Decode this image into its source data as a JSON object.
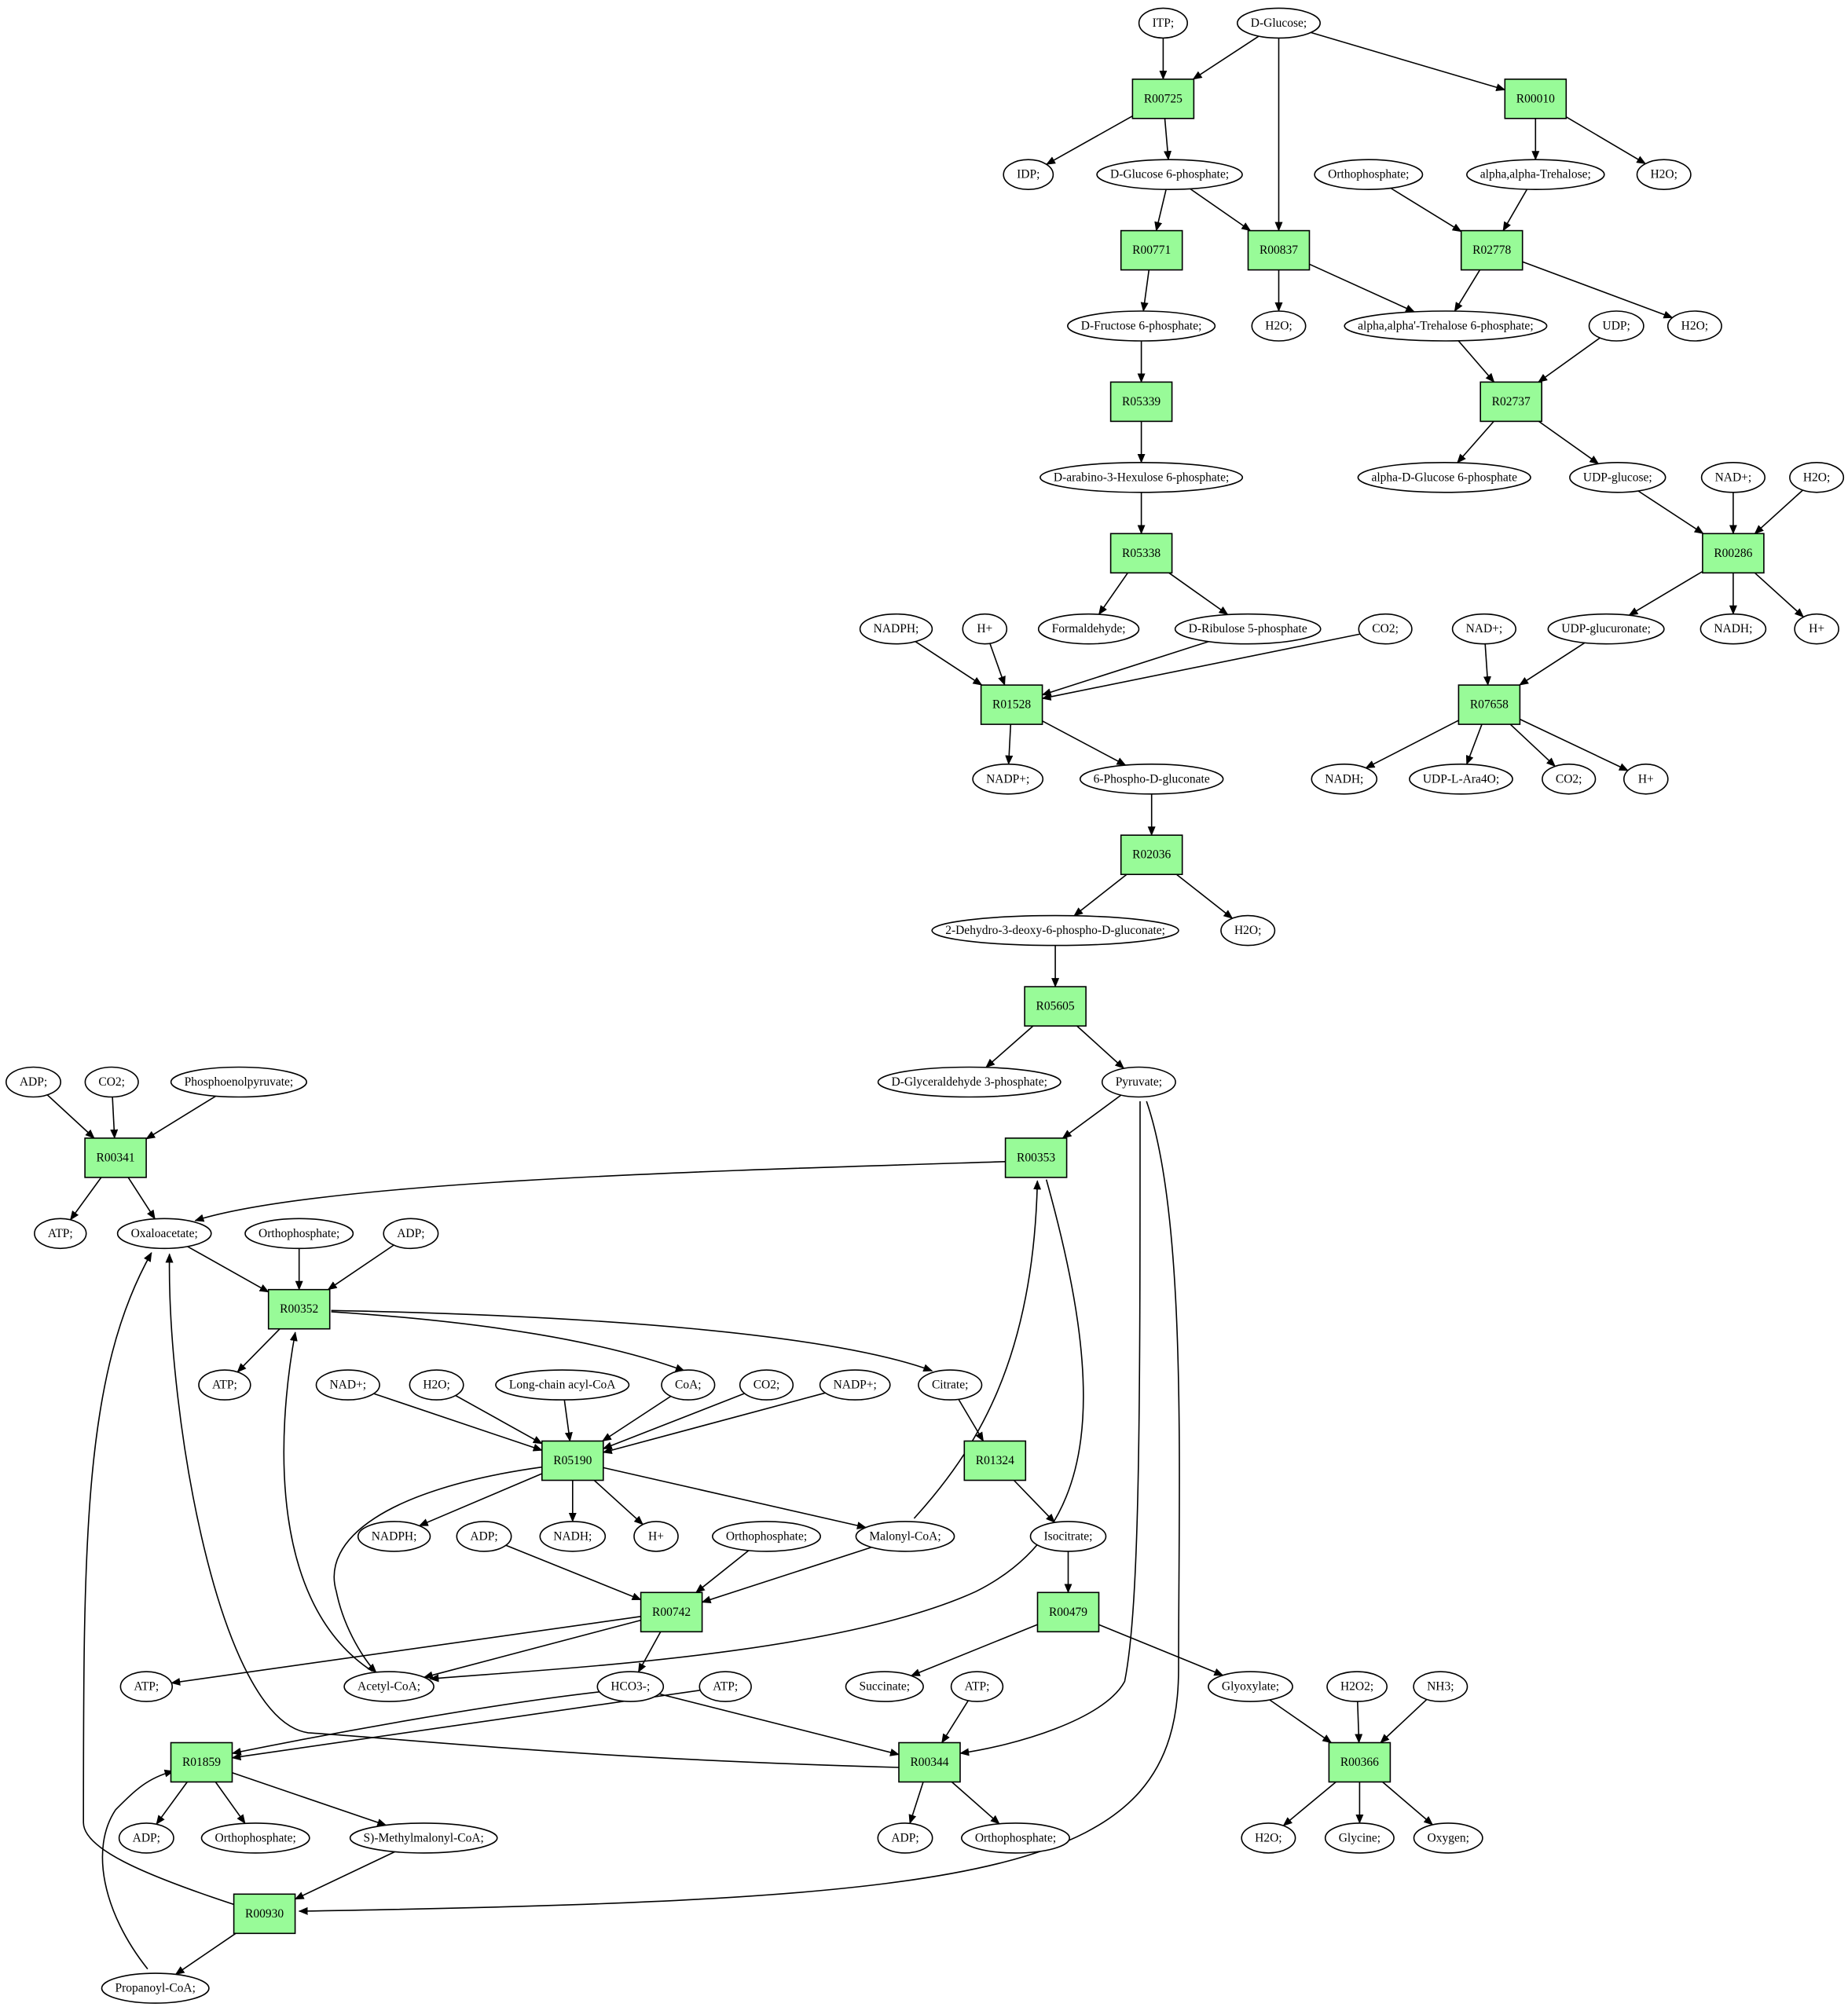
{
  "colors": {
    "background": "#ffffff",
    "reaction_fill": "#98fb98",
    "compound_fill": "#ffffff",
    "source_fill": "#00ff00",
    "target_fill": "#ffff00",
    "stroke": "#000000"
  },
  "nodes": [
    {
      "id": "ITP",
      "label": "ITP;",
      "type": "compound"
    },
    {
      "id": "DGlucose",
      "label": "D-Glucose;",
      "type": "compound",
      "role": "source"
    },
    {
      "id": "R00725",
      "label": "R00725",
      "type": "reaction"
    },
    {
      "id": "R00010",
      "label": "R00010",
      "type": "reaction"
    },
    {
      "id": "IDP",
      "label": "IDP;",
      "type": "compound"
    },
    {
      "id": "G6P",
      "label": "D-Glucose 6-phosphate;",
      "type": "compound"
    },
    {
      "id": "Orthophosphate1",
      "label": "Orthophosphate;",
      "type": "compound"
    },
    {
      "id": "Trehalose",
      "label": "alpha,alpha-Trehalose;",
      "type": "compound"
    },
    {
      "id": "H2O_a",
      "label": "H2O;",
      "type": "compound"
    },
    {
      "id": "R00771",
      "label": "R00771",
      "type": "reaction"
    },
    {
      "id": "R00837",
      "label": "R00837",
      "type": "reaction"
    },
    {
      "id": "R02778",
      "label": "R02778",
      "type": "reaction"
    },
    {
      "id": "F6P",
      "label": "D-Fructose 6-phosphate;",
      "type": "compound"
    },
    {
      "id": "H2O_b",
      "label": "H2O;",
      "type": "compound"
    },
    {
      "id": "T6P",
      "label": "alpha,alpha'-Trehalose 6-phosphate;",
      "type": "compound"
    },
    {
      "id": "UDP",
      "label": "UDP;",
      "type": "compound"
    },
    {
      "id": "H2O_c",
      "label": "H2O;",
      "type": "compound"
    },
    {
      "id": "R05339",
      "label": "R05339",
      "type": "reaction"
    },
    {
      "id": "R02737",
      "label": "R02737",
      "type": "reaction"
    },
    {
      "id": "Hexulose6P",
      "label": "D-arabino-3-Hexulose 6-phosphate;",
      "type": "compound"
    },
    {
      "id": "aG6P",
      "label": "alpha-D-Glucose 6-phosphate",
      "type": "compound"
    },
    {
      "id": "UDPglucose",
      "label": "UDP-glucose;",
      "type": "compound"
    },
    {
      "id": "NADp1",
      "label": "NAD+;",
      "type": "compound"
    },
    {
      "id": "H2O_d",
      "label": "H2O;",
      "type": "compound"
    },
    {
      "id": "R05338",
      "label": "R05338",
      "type": "reaction"
    },
    {
      "id": "R00286",
      "label": "R00286",
      "type": "reaction"
    },
    {
      "id": "NADPH1",
      "label": "NADPH;",
      "type": "compound"
    },
    {
      "id": "Hp1",
      "label": "H+",
      "type": "compound"
    },
    {
      "id": "Formaldehyde",
      "label": "Formaldehyde;",
      "type": "compound"
    },
    {
      "id": "Ru5P",
      "label": "D-Ribulose 5-phosphate",
      "type": "compound"
    },
    {
      "id": "CO2_a",
      "label": "CO2;",
      "type": "compound"
    },
    {
      "id": "NADp2",
      "label": "NAD+;",
      "type": "compound"
    },
    {
      "id": "UDPglucuronate",
      "label": "UDP-glucuronate;",
      "type": "compound"
    },
    {
      "id": "NADH1",
      "label": "NADH;",
      "type": "compound"
    },
    {
      "id": "Hp2",
      "label": "H+",
      "type": "compound"
    },
    {
      "id": "R01528",
      "label": "R01528",
      "type": "reaction"
    },
    {
      "id": "R07658",
      "label": "R07658",
      "type": "reaction"
    },
    {
      "id": "NADPp1",
      "label": "NADP+;",
      "type": "compound"
    },
    {
      "id": "PG6",
      "label": "6-Phospho-D-gluconate",
      "type": "compound"
    },
    {
      "id": "NADH2",
      "label": "NADH;",
      "type": "compound"
    },
    {
      "id": "UDPAra4O",
      "label": "UDP-L-Ara4O;",
      "type": "compound"
    },
    {
      "id": "CO2_b",
      "label": "CO2;",
      "type": "compound"
    },
    {
      "id": "Hp3",
      "label": "H+",
      "type": "compound"
    },
    {
      "id": "R02036",
      "label": "R02036",
      "type": "reaction"
    },
    {
      "id": "KDPG",
      "label": "2-Dehydro-3-deoxy-6-phospho-D-gluconate;",
      "type": "compound"
    },
    {
      "id": "H2O_e",
      "label": "H2O;",
      "type": "compound"
    },
    {
      "id": "R05605",
      "label": "R05605",
      "type": "reaction"
    },
    {
      "id": "ADP1",
      "label": "ADP;",
      "type": "compound"
    },
    {
      "id": "CO2_c",
      "label": "CO2;",
      "type": "compound"
    },
    {
      "id": "PEP",
      "label": "Phosphoenolpyruvate;",
      "type": "compound"
    },
    {
      "id": "GAP",
      "label": "D-Glyceraldehyde 3-phosphate;",
      "type": "compound"
    },
    {
      "id": "Pyruvate",
      "label": "Pyruvate;",
      "type": "compound"
    },
    {
      "id": "R00341",
      "label": "R00341",
      "type": "reaction"
    },
    {
      "id": "R00353",
      "label": "R00353",
      "type": "reaction"
    },
    {
      "id": "ATP1",
      "label": "ATP;",
      "type": "compound"
    },
    {
      "id": "Oxaloacetate",
      "label": "Oxaloacetate;",
      "type": "compound"
    },
    {
      "id": "Orthophosphate2",
      "label": "Orthophosphate;",
      "type": "compound"
    },
    {
      "id": "ADP2",
      "label": "ADP;",
      "type": "compound"
    },
    {
      "id": "R00352",
      "label": "R00352",
      "type": "reaction"
    },
    {
      "id": "ATP2",
      "label": "ATP;",
      "type": "compound"
    },
    {
      "id": "NADp3",
      "label": "NAD+;",
      "type": "compound"
    },
    {
      "id": "H2O_f",
      "label": "H2O;",
      "type": "compound"
    },
    {
      "id": "LCAcylCoA",
      "label": "Long-chain acyl-CoA",
      "type": "compound"
    },
    {
      "id": "CoA",
      "label": "CoA;",
      "type": "compound"
    },
    {
      "id": "CO2_d",
      "label": "CO2;",
      "type": "compound"
    },
    {
      "id": "NADPp2",
      "label": "NADP+;",
      "type": "compound"
    },
    {
      "id": "Citrate",
      "label": "Citrate;",
      "type": "compound"
    },
    {
      "id": "R05190",
      "label": "R05190",
      "type": "reaction"
    },
    {
      "id": "R01324",
      "label": "R01324",
      "type": "reaction"
    },
    {
      "id": "NADPH2",
      "label": "NADPH;",
      "type": "compound"
    },
    {
      "id": "ADP3",
      "label": "ADP;",
      "type": "compound"
    },
    {
      "id": "NADH3",
      "label": "NADH;",
      "type": "compound"
    },
    {
      "id": "Hp4",
      "label": "H+",
      "type": "compound"
    },
    {
      "id": "Orthophosphate3",
      "label": "Orthophosphate;",
      "type": "compound"
    },
    {
      "id": "MalonylCoA",
      "label": "Malonyl-CoA;",
      "type": "compound"
    },
    {
      "id": "Isocitrate",
      "label": "Isocitrate;",
      "type": "compound"
    },
    {
      "id": "R00742",
      "label": "R00742",
      "type": "reaction"
    },
    {
      "id": "R00479",
      "label": "R00479",
      "type": "reaction"
    },
    {
      "id": "ATP3",
      "label": "ATP;",
      "type": "compound"
    },
    {
      "id": "AcetylCoA",
      "label": "Acetyl-CoA;",
      "type": "compound"
    },
    {
      "id": "HCO3",
      "label": "HCO3-;",
      "type": "compound"
    },
    {
      "id": "ATP4",
      "label": "ATP;",
      "type": "compound"
    },
    {
      "id": "Succinate",
      "label": "Succinate;",
      "type": "compound"
    },
    {
      "id": "ATP5",
      "label": "ATP;",
      "type": "compound"
    },
    {
      "id": "Glyoxylate",
      "label": "Glyoxylate;",
      "type": "compound"
    },
    {
      "id": "H2O2",
      "label": "H2O2;",
      "type": "compound"
    },
    {
      "id": "NH3",
      "label": "NH3;",
      "type": "compound"
    },
    {
      "id": "R01859",
      "label": "R01859",
      "type": "reaction"
    },
    {
      "id": "R00344",
      "label": "R00344",
      "type": "reaction"
    },
    {
      "id": "R00366",
      "label": "R00366",
      "type": "reaction"
    },
    {
      "id": "ADP4",
      "label": "ADP;",
      "type": "compound"
    },
    {
      "id": "Orthophosphate4",
      "label": "Orthophosphate;",
      "type": "compound"
    },
    {
      "id": "MethylmalonylCoA",
      "label": "S)-Methylmalonyl-CoA;",
      "type": "compound"
    },
    {
      "id": "ADP5",
      "label": "ADP;",
      "type": "compound"
    },
    {
      "id": "Orthophosphate5",
      "label": "Orthophosphate;",
      "type": "compound"
    },
    {
      "id": "H2O_g",
      "label": "H2O;",
      "type": "compound"
    },
    {
      "id": "Glycine",
      "label": "Glycine;",
      "type": "compound",
      "role": "target"
    },
    {
      "id": "Oxygen",
      "label": "Oxygen;",
      "type": "compound"
    },
    {
      "id": "R00930",
      "label": "R00930",
      "type": "reaction"
    },
    {
      "id": "PropanoylCoA",
      "label": "Propanoyl-CoA;",
      "type": "compound"
    }
  ],
  "edges": [
    [
      "ITP",
      "R00725"
    ],
    [
      "DGlucose",
      "R00725"
    ],
    [
      "DGlucose",
      "R00837"
    ],
    [
      "DGlucose",
      "R00010"
    ],
    [
      "R00725",
      "IDP"
    ],
    [
      "R00725",
      "G6P"
    ],
    [
      "R00010",
      "Trehalose"
    ],
    [
      "R00010",
      "H2O_a"
    ],
    [
      "G6P",
      "R00771"
    ],
    [
      "G6P",
      "R00837"
    ],
    [
      "Orthophosphate1",
      "R02778"
    ],
    [
      "Trehalose",
      "R02778"
    ],
    [
      "R00771",
      "F6P"
    ],
    [
      "R00837",
      "H2O_b"
    ],
    [
      "R00837",
      "T6P"
    ],
    [
      "R02778",
      "T6P"
    ],
    [
      "R02778",
      "H2O_c"
    ],
    [
      "F6P",
      "R05339"
    ],
    [
      "T6P",
      "R02737"
    ],
    [
      "UDP",
      "R02737"
    ],
    [
      "R05339",
      "Hexulose6P"
    ],
    [
      "R02737",
      "aG6P"
    ],
    [
      "R02737",
      "UDPglucose"
    ],
    [
      "UDPglucose",
      "R00286"
    ],
    [
      "NADp1",
      "R00286"
    ],
    [
      "H2O_d",
      "R00286"
    ],
    [
      "Hexulose6P",
      "R05338"
    ],
    [
      "R05338",
      "Formaldehyde"
    ],
    [
      "R05338",
      "Ru5P"
    ],
    [
      "R00286",
      "UDPglucuronate"
    ],
    [
      "R00286",
      "NADH1"
    ],
    [
      "R00286",
      "Hp2"
    ],
    [
      "NADPH1",
      "R01528"
    ],
    [
      "Hp1",
      "R01528"
    ],
    [
      "Ru5P",
      "R01528"
    ],
    [
      "CO2_a",
      "R01528"
    ],
    [
      "NADp2",
      "R07658"
    ],
    [
      "UDPglucuronate",
      "R07658"
    ],
    [
      "R01528",
      "NADPp1"
    ],
    [
      "R01528",
      "PG6"
    ],
    [
      "R07658",
      "NADH2"
    ],
    [
      "R07658",
      "UDPAra4O"
    ],
    [
      "R07658",
      "CO2_b"
    ],
    [
      "R07658",
      "Hp3"
    ],
    [
      "PG6",
      "R02036"
    ],
    [
      "R02036",
      "KDPG"
    ],
    [
      "R02036",
      "H2O_e"
    ],
    [
      "KDPG",
      "R05605"
    ],
    [
      "R05605",
      "GAP"
    ],
    [
      "R05605",
      "Pyruvate"
    ],
    [
      "ADP1",
      "R00341"
    ],
    [
      "CO2_c",
      "R00341"
    ],
    [
      "PEP",
      "R00341"
    ],
    [
      "R00341",
      "ATP1"
    ],
    [
      "R00341",
      "Oxaloacetate"
    ],
    [
      "Pyruvate",
      "R00353"
    ],
    [
      "R00353",
      "Oxaloacetate"
    ],
    [
      "R00353",
      "AcetylCoA"
    ],
    [
      "Oxaloacetate",
      "R00352"
    ],
    [
      "Orthophosphate2",
      "R00352"
    ],
    [
      "ADP2",
      "R00352"
    ],
    [
      "AcetylCoA",
      "R00352"
    ],
    [
      "R00352",
      "ATP2"
    ],
    [
      "R00352",
      "CoA"
    ],
    [
      "R00352",
      "Citrate"
    ],
    [
      "NADp3",
      "R05190"
    ],
    [
      "H2O_f",
      "R05190"
    ],
    [
      "LCAcylCoA",
      "R05190"
    ],
    [
      "CoA",
      "R05190"
    ],
    [
      "CO2_d",
      "R05190"
    ],
    [
      "NADPp2",
      "R05190"
    ],
    [
      "R05190",
      "NADPH2"
    ],
    [
      "R05190",
      "NADH3"
    ],
    [
      "R05190",
      "Hp4"
    ],
    [
      "R05190",
      "MalonylCoA"
    ],
    [
      "R05190",
      "AcetylCoA"
    ],
    [
      "MalonylCoA",
      "R00353"
    ],
    [
      "Citrate",
      "R01324"
    ],
    [
      "R01324",
      "Isocitrate"
    ],
    [
      "ADP3",
      "R00742"
    ],
    [
      "Orthophosphate3",
      "R00742"
    ],
    [
      "MalonylCoA",
      "R00742"
    ],
    [
      "R00742",
      "AcetylCoA"
    ],
    [
      "R00742",
      "HCO3"
    ],
    [
      "R00742",
      "ATP3"
    ],
    [
      "Isocitrate",
      "R00479"
    ],
    [
      "R00479",
      "Succinate"
    ],
    [
      "R00479",
      "Glyoxylate"
    ],
    [
      "ATP4",
      "R01859"
    ],
    [
      "HCO3",
      "R01859"
    ],
    [
      "PropanoylCoA",
      "R01859"
    ],
    [
      "HCO3",
      "R00344"
    ],
    [
      "ATP5",
      "R00344"
    ],
    [
      "Pyruvate",
      "R00344"
    ],
    [
      "R00344",
      "Oxaloacetate"
    ],
    [
      "Glyoxylate",
      "R00366"
    ],
    [
      "H2O2",
      "R00366"
    ],
    [
      "NH3",
      "R00366"
    ],
    [
      "R01859",
      "ADP4"
    ],
    [
      "R01859",
      "Orthophosphate4"
    ],
    [
      "R01859",
      "MethylmalonylCoA"
    ],
    [
      "R00344",
      "ADP5"
    ],
    [
      "R00344",
      "Orthophosphate5"
    ],
    [
      "R00366",
      "H2O_g"
    ],
    [
      "R00366",
      "Glycine"
    ],
    [
      "R00366",
      "Oxygen"
    ],
    [
      "MethylmalonylCoA",
      "R00930"
    ],
    [
      "Pyruvate",
      "R00930"
    ],
    [
      "R00930",
      "PropanoylCoA"
    ],
    [
      "R00930",
      "Oxaloacetate"
    ]
  ]
}
